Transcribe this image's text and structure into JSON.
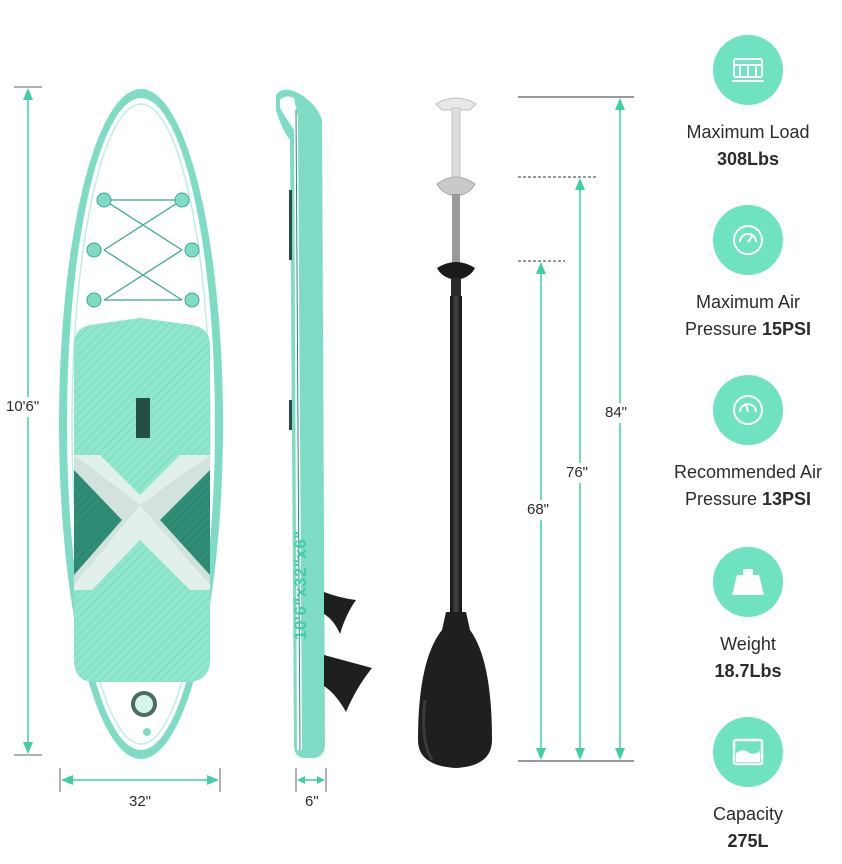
{
  "dimensions": {
    "length": "10'6\"",
    "width": "32\"",
    "thickness": "6\"",
    "board_print": "10'6\"x32\"x6\"",
    "paddle_max": "84\"",
    "paddle_mid": "76\"",
    "paddle_min": "68\""
  },
  "specs": [
    {
      "icon": "load-icon",
      "label": "Maximum Load",
      "label_line2": "",
      "value": "308Lbs"
    },
    {
      "icon": "gauge-icon",
      "label": "Maximum Air",
      "label_line2": "Pressure",
      "value": "15PSI"
    },
    {
      "icon": "gauge-icon",
      "label": "Recommended Air",
      "label_line2": "Pressure",
      "value": "13PSI"
    },
    {
      "icon": "weight-icon",
      "label": "Weight",
      "label_line2": "",
      "value": "18.7Lbs"
    },
    {
      "icon": "capacity-icon",
      "label": "Capacity",
      "label_line2": "",
      "value": "275L"
    }
  ],
  "colors": {
    "accent": "#6fe3c0",
    "board_teal": "#7fdcc4",
    "board_dark": "#2e8a73",
    "dim_line": "#3fcfa6",
    "paddle": "#1f1f1f"
  }
}
